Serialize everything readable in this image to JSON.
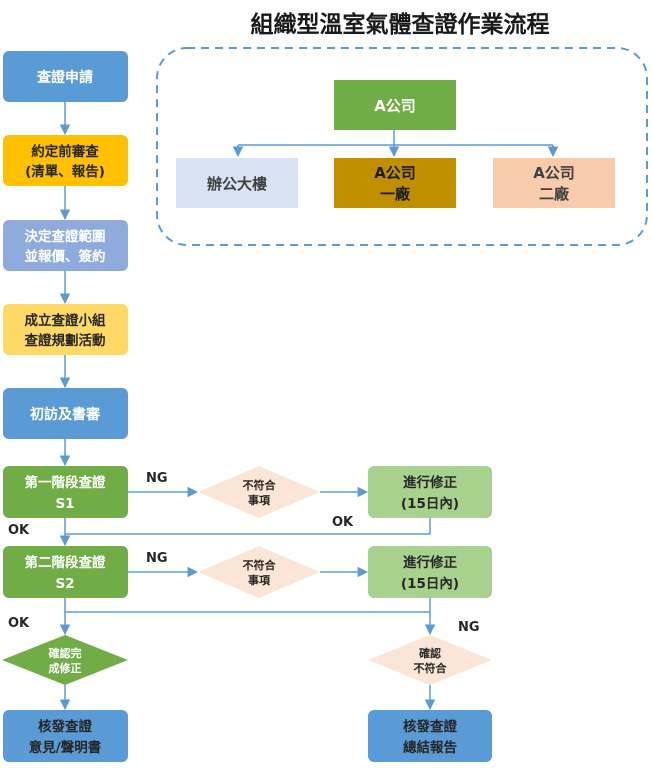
{
  "title": "組織型溫室氣體查證作業流程",
  "colors": {
    "blue": "#5b9bd5",
    "yellow": "#ffc000",
    "purple": "#8faadc",
    "light_yellow": "#ffd966",
    "green_dark": "#70ad47",
    "green_light": "#a9d18e",
    "peach": "#fbe5d6",
    "light_blue": "#dae3f3",
    "olive": "#bf8f00",
    "salmon": "#f8cbad",
    "arrow": "#5b9bd5",
    "dashed_border": "#5b9bd5"
  },
  "org": {
    "top": "A公司",
    "office": "辦公大樓",
    "plant1_line1": "A公司",
    "plant1_line2": "一廠",
    "plant2_line1": "A公司",
    "plant2_line2": "二廠"
  },
  "steps": {
    "s1": "查證申請",
    "s2_line1": "約定前審查",
    "s2_line2": "(清單、報告)",
    "s3_line1": "決定查證範圍",
    "s3_line2": "並報價、簽約",
    "s4_line1": "成立查證小組",
    "s4_line2": "查證規劃活動",
    "s5": "初訪及書審",
    "s6_line1": "第一階段查證",
    "s6_line2": "S1",
    "s7_line1": "第二階段查證",
    "s7_line2": "S2",
    "nc1_line1": "不符合",
    "nc1_line2": "事項",
    "nc2_line1": "不符合",
    "nc2_line2": "事項",
    "fix1_line1": "進行修正",
    "fix1_line2": "(15日內)",
    "fix2_line1": "進行修正",
    "fix2_line2": "(15日內)",
    "confirm_ok_line1": "確認完",
    "confirm_ok_line2": "成修正",
    "confirm_ng_line1": "確認",
    "confirm_ng_line2": "不符合",
    "final1_line1": "核發查證",
    "final1_line2": "意見/聲明書",
    "final2_line1": "核發查證",
    "final2_line2": "總結報告"
  },
  "labels": {
    "ng1": "NG",
    "ng2": "NG",
    "ng3": "NG",
    "ok1": "OK",
    "ok2": "OK",
    "ok3": "OK"
  }
}
